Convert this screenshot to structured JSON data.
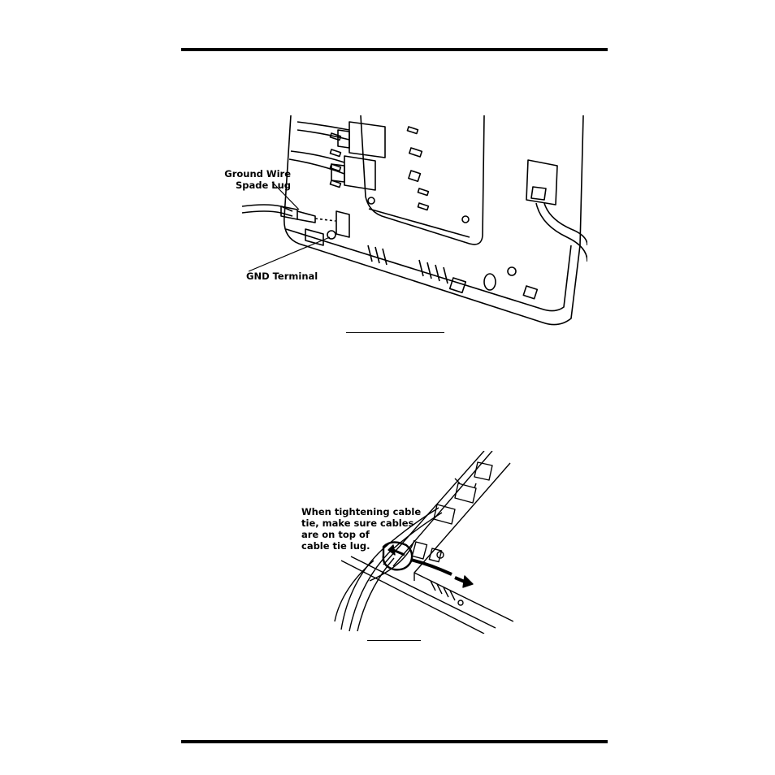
{
  "figure1": {
    "callout_spade_lug": [
      "Ground Wire",
      "Spade Lug"
    ],
    "callout_gnd_terminal": "GND Terminal"
  },
  "figure2": {
    "callout_cable_tie": [
      "When tightening cable",
      "tie, make sure cables",
      "are on top of",
      "cable tie lug."
    ]
  }
}
